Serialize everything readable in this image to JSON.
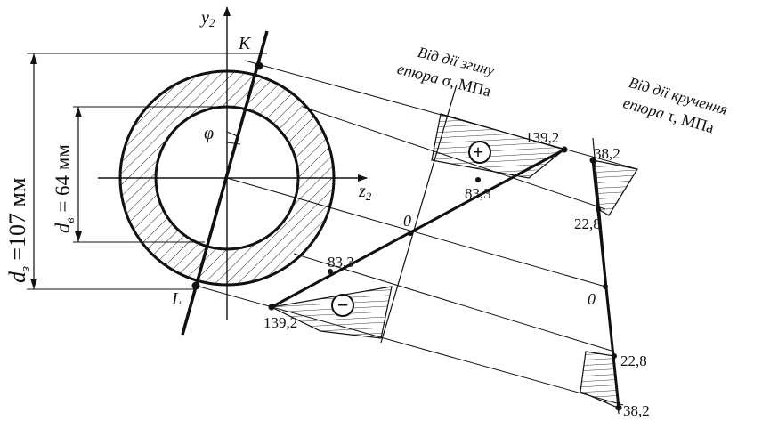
{
  "section": {
    "point_k": "K",
    "point_l": "L",
    "axis_y": "y",
    "axis_y_sub": "2",
    "axis_z": "z",
    "axis_z_sub": "2",
    "angle": "φ",
    "outer_dim": "d",
    "outer_dim_sub": "з",
    "outer_dim_value": " =107 мм",
    "inner_dim": "d",
    "inner_dim_sub": "в",
    "inner_dim_value": " = 64 мм"
  },
  "bending": {
    "title_line1": "Від дії згину",
    "title_line2_pre": "епюра ",
    "title_line2_symbol": "σ",
    "title_line2_unit": ", МПа",
    "sign_positive": "+",
    "sign_negative": "−",
    "zero": "0",
    "values": {
      "max_top": "139,2",
      "k_top": "83,3",
      "k_bottom": "83,3",
      "max_bottom": "139,2"
    }
  },
  "torsion": {
    "title_line1": "Від дії кручення",
    "title_line2_pre": "епюра ",
    "title_line2_symbol": "τ",
    "title_line2_unit": ", МПа",
    "zero": "0",
    "values": {
      "max_top": "38,2",
      "inner_top": "22,8",
      "inner_bottom": "22,8",
      "max_bottom": "38,2"
    }
  }
}
